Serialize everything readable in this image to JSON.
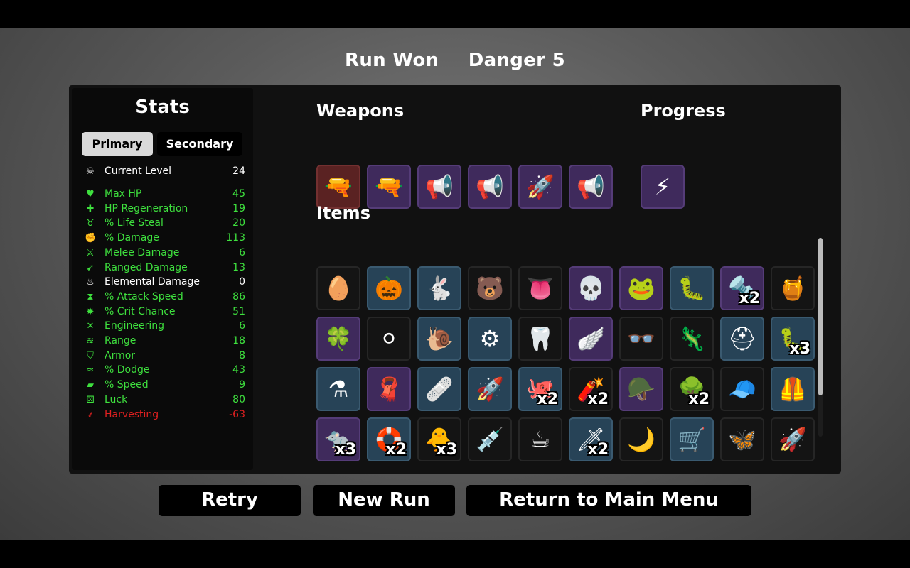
{
  "header": {
    "result": "Run Won",
    "danger": "Danger 5"
  },
  "stats": {
    "title": "Stats",
    "tabs": {
      "primary": "Primary",
      "secondary": "Secondary"
    },
    "level": {
      "label": "Current Level",
      "value": "24",
      "icon": "skull-icon"
    },
    "rows": [
      {
        "label": "Max HP",
        "value": "45",
        "color": "#3ee03e",
        "icon": "heart-icon"
      },
      {
        "label": "HP Regeneration",
        "value": "19",
        "color": "#3ee03e",
        "icon": "heart-plus-icon"
      },
      {
        "label": "% Life Steal",
        "value": "20",
        "color": "#3ee03e",
        "icon": "fangs-icon"
      },
      {
        "label": "% Damage",
        "value": "113",
        "color": "#3ee03e",
        "icon": "muscle-icon"
      },
      {
        "label": "Melee Damage",
        "value": "6",
        "color": "#3ee03e",
        "icon": "sword-icon"
      },
      {
        "label": "Ranged Damage",
        "value": "13",
        "color": "#3ee03e",
        "icon": "bow-icon"
      },
      {
        "label": "Elemental Damage",
        "value": "0",
        "color": "#ffffff",
        "icon": "flame-icon"
      },
      {
        "label": "% Attack Speed",
        "value": "86",
        "color": "#3ee03e",
        "icon": "hourglass-icon"
      },
      {
        "label": "% Crit Chance",
        "value": "51",
        "color": "#3ee03e",
        "icon": "burst-icon"
      },
      {
        "label": "Engineering",
        "value": "6",
        "color": "#3ee03e",
        "icon": "wrench-icon"
      },
      {
        "label": "Range",
        "value": "18",
        "color": "#3ee03e",
        "icon": "signal-icon"
      },
      {
        "label": "Armor",
        "value": "8",
        "color": "#3ee03e",
        "icon": "shield-icon"
      },
      {
        "label": "% Dodge",
        "value": "43",
        "color": "#3ee03e",
        "icon": "wind-icon"
      },
      {
        "label": "% Speed",
        "value": "9",
        "color": "#3ee03e",
        "icon": "boot-icon"
      },
      {
        "label": "Luck",
        "value": "80",
        "color": "#3ee03e",
        "icon": "dice-icon"
      },
      {
        "label": "Harvesting",
        "value": "-63",
        "color": "#e02020",
        "icon": "wheat-icon"
      }
    ]
  },
  "weapons": {
    "title": "Weapons",
    "slots": [
      {
        "tier": "red",
        "icon": "revolver-icon",
        "glyph": "🔫"
      },
      {
        "tier": "purple",
        "icon": "double-barrel-shotgun-icon",
        "glyph": "🔫"
      },
      {
        "tier": "purple",
        "icon": "laser-gun-icon",
        "glyph": "📢"
      },
      {
        "tier": "purple",
        "icon": "taser-icon",
        "glyph": "📢"
      },
      {
        "tier": "purple",
        "icon": "rocket-launcher-icon",
        "glyph": "🚀"
      },
      {
        "tier": "purple",
        "icon": "laser-gun-icon",
        "glyph": "📢"
      }
    ]
  },
  "progress": {
    "title": "Progress",
    "slots": [
      {
        "tier": "purple",
        "icon": "claw-marks-icon",
        "glyph": "⚡"
      }
    ]
  },
  "items": {
    "title": "Items",
    "slots": [
      {
        "tier": "normal",
        "icon": "ghost-egg-icon",
        "glyph": "🥚",
        "count": ""
      },
      {
        "tier": "blue",
        "icon": "pumpkin-icon",
        "glyph": "🎃",
        "count": ""
      },
      {
        "tier": "blue",
        "icon": "rabbit-icon",
        "glyph": "🐇",
        "count": ""
      },
      {
        "tier": "normal",
        "icon": "baby-monster-icon",
        "glyph": "🐻",
        "count": ""
      },
      {
        "tier": "normal",
        "icon": "tongue-icon",
        "glyph": "👅",
        "count": ""
      },
      {
        "tier": "purple",
        "icon": "skull-creature-icon",
        "glyph": "💀",
        "count": ""
      },
      {
        "tier": "purple",
        "icon": "frog-creature-icon",
        "glyph": "🐸",
        "count": ""
      },
      {
        "tier": "blue",
        "icon": "leech-icon",
        "glyph": "🐛",
        "count": ""
      },
      {
        "tier": "purple",
        "icon": "metal-plate-icon",
        "glyph": "🔩",
        "count": "x2"
      },
      {
        "tier": "normal",
        "icon": "potion-jar-icon",
        "glyph": "🍯",
        "count": ""
      },
      {
        "tier": "purple",
        "icon": "clover-icon",
        "glyph": "🍀",
        "count": ""
      },
      {
        "tier": "normal",
        "icon": "snowball-icon",
        "glyph": "⚪",
        "count": ""
      },
      {
        "tier": "blue",
        "icon": "snail-icon",
        "glyph": "🐌",
        "count": ""
      },
      {
        "tier": "blue",
        "icon": "gadget-icon",
        "glyph": "⚙",
        "count": ""
      },
      {
        "tier": "normal",
        "icon": "fang-mask-icon",
        "glyph": "🦷",
        "count": ""
      },
      {
        "tier": "purple",
        "icon": "wings-icon",
        "glyph": "🪽",
        "count": ""
      },
      {
        "tier": "normal",
        "icon": "glasses-icon",
        "glyph": "👓",
        "count": ""
      },
      {
        "tier": "normal",
        "icon": "lizard-icon",
        "glyph": "🦎",
        "count": ""
      },
      {
        "tier": "blue",
        "icon": "helmet-face-icon",
        "glyph": "⛑",
        "count": ""
      },
      {
        "tier": "blue",
        "icon": "worm-icon",
        "glyph": "🐛",
        "count": "x3"
      },
      {
        "tier": "blue",
        "icon": "flask-icon",
        "glyph": "⚗",
        "count": ""
      },
      {
        "tier": "purple",
        "icon": "scarf-icon",
        "glyph": "🧣",
        "count": ""
      },
      {
        "tier": "blue",
        "icon": "bandage-icon",
        "glyph": "🩹",
        "count": ""
      },
      {
        "tier": "blue",
        "icon": "bullet-icon",
        "glyph": "🚀",
        "count": ""
      },
      {
        "tier": "blue",
        "icon": "tentacle-icon",
        "glyph": "🐙",
        "count": "x2"
      },
      {
        "tier": "normal",
        "icon": "dynamite-icon",
        "glyph": "🧨",
        "count": "x2"
      },
      {
        "tier": "purple",
        "icon": "knight-helmet-icon",
        "glyph": "🪖",
        "count": ""
      },
      {
        "tier": "normal",
        "icon": "tree-icon",
        "glyph": "🌳",
        "count": "x2"
      },
      {
        "tier": "normal",
        "icon": "beanie-icon",
        "glyph": "🧢",
        "count": ""
      },
      {
        "tier": "blue",
        "icon": "leather-vest-icon",
        "glyph": "🦺",
        "count": ""
      },
      {
        "tier": "purple",
        "icon": "rat-icon",
        "glyph": "🐀",
        "count": "x3"
      },
      {
        "tier": "blue",
        "icon": "lifebuoy-icon",
        "glyph": "🛟",
        "count": "x2"
      },
      {
        "tier": "normal",
        "icon": "duck-icon",
        "glyph": "🐥",
        "count": "x3"
      },
      {
        "tier": "normal",
        "icon": "syringe-icon",
        "glyph": "💉",
        "count": ""
      },
      {
        "tier": "normal",
        "icon": "coffee-cup-icon",
        "glyph": "☕",
        "count": ""
      },
      {
        "tier": "blue",
        "icon": "scythe-blade-icon",
        "glyph": "🗡",
        "count": "x2"
      },
      {
        "tier": "normal",
        "icon": "crescent-icon",
        "glyph": "🌙",
        "count": ""
      },
      {
        "tier": "blue",
        "icon": "wheelbarrow-icon",
        "glyph": "🛒",
        "count": ""
      },
      {
        "tier": "normal",
        "icon": "butterfly-icon",
        "glyph": "🦋",
        "count": ""
      },
      {
        "tier": "normal",
        "icon": "rocket-icon",
        "glyph": "🚀",
        "count": ""
      }
    ]
  },
  "buttons": {
    "retry": "Retry",
    "new_run": "New Run",
    "main_menu": "Return to Main Menu"
  }
}
